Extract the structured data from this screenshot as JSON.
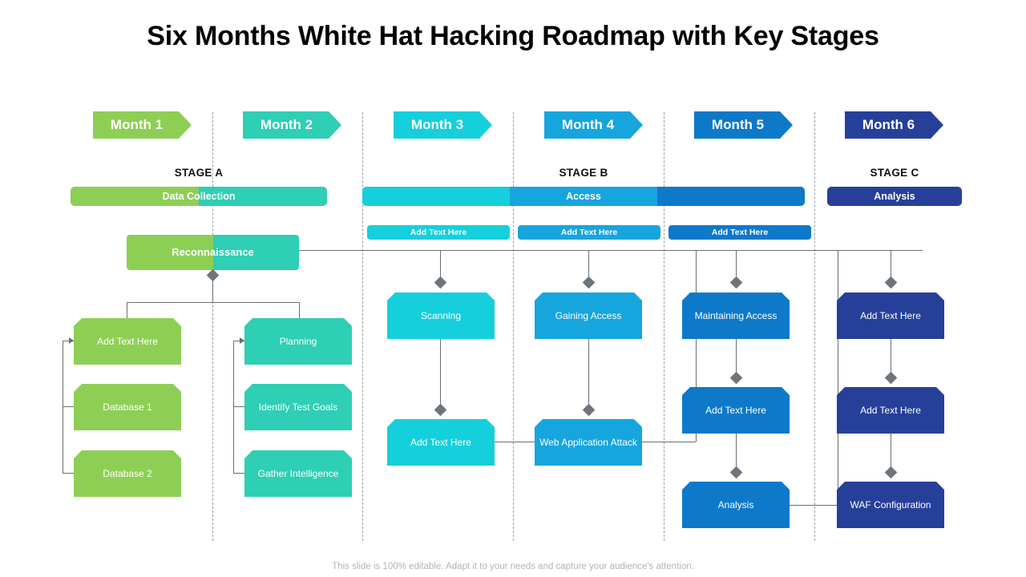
{
  "title": "Six Months White Hat Hacking Roadmap with Key Stages",
  "footer": "This slide is 100% editable. Adapt it to your needs and capture your audience's attention.",
  "colors": {
    "green": "#8DCF55",
    "teal": "#2ECFB4",
    "cyan": "#16CFDC",
    "light_blue": "#17A5DE",
    "blue": "#0E79C9",
    "dark_blue": "#1F3FA0",
    "navy": "#26409A",
    "connector": "#6B6F73",
    "diamond": "#6E7479",
    "text_white": "#FFFFFF",
    "title_black": "#000000",
    "footer_gray": "#B0B3B8"
  },
  "months": [
    {
      "label": "Month 1",
      "color": "#8DCF55"
    },
    {
      "label": "Month 2",
      "color": "#2ECFB4"
    },
    {
      "label": "Month 3",
      "color": "#16CFDC"
    },
    {
      "label": "Month 4",
      "color": "#17A5DE"
    },
    {
      "label": "Month 5",
      "color": "#0E79C9"
    },
    {
      "label": "Month 6",
      "color": "#26409A"
    }
  ],
  "stages": [
    {
      "label": "STAGE A",
      "bar_label": "Data Collection",
      "segments": [
        "#8DCF55",
        "#2ECFB4"
      ]
    },
    {
      "label": "STAGE B",
      "bar_label": "Access",
      "segments": [
        "#16CFDC",
        "#17A5DE",
        "#0E79C9"
      ]
    },
    {
      "label": "STAGE C",
      "bar_label": "Analysis",
      "segments": [
        "#26409A"
      ]
    }
  ],
  "sub_bars": [
    {
      "label": "Add Text Here",
      "color": "#16CFDC"
    },
    {
      "label": "Add Text Here",
      "color": "#17A5DE"
    },
    {
      "label": "Add Text Here",
      "color": "#0E79C9"
    }
  ],
  "recon": {
    "label": "Reconnaissance",
    "segments": [
      "#8DCF55",
      "#2ECFB4"
    ]
  },
  "columns": [
    {
      "month": "Month 1",
      "color": "#8DCF55",
      "nodes": [
        {
          "label": "Add Text Here"
        },
        {
          "label": "Database 1"
        },
        {
          "label": "Database 2"
        }
      ]
    },
    {
      "month": "Month 2",
      "color": "#2ECFB4",
      "nodes": [
        {
          "label": "Planning"
        },
        {
          "label": "Identify Test Goals"
        },
        {
          "label": "Gather Intelligence"
        }
      ]
    },
    {
      "month": "Month 3",
      "color": "#16CFDC",
      "nodes": [
        {
          "label": "Scanning"
        },
        {
          "label": "Add Text Here"
        }
      ]
    },
    {
      "month": "Month 4",
      "color": "#17A5DE",
      "nodes": [
        {
          "label": "Gaining Access"
        },
        {
          "label": "Web Application Attack"
        }
      ]
    },
    {
      "month": "Month 5",
      "color": "#0E79C9",
      "nodes": [
        {
          "label": "Maintaining Access"
        },
        {
          "label": "Add Text Here"
        },
        {
          "label": "Analysis"
        }
      ]
    },
    {
      "month": "Month 6",
      "color": "#26409A",
      "nodes": [
        {
          "label": "Add Text Here"
        },
        {
          "label": "Add Text Here"
        },
        {
          "label": "WAF Configuration"
        }
      ]
    }
  ]
}
